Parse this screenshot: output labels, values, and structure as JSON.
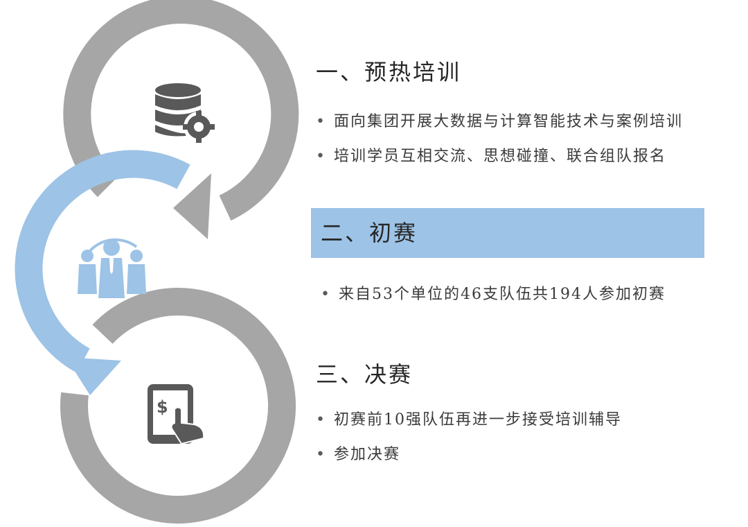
{
  "stages": [
    {
      "title": "一、预热培训",
      "bullets": [
        "面向集团开展大数据与计算智能技术与案例培训",
        "培训学员互相交流、思想碰撞、联合组队报名"
      ],
      "icon": "database-gear-icon"
    },
    {
      "title": "二、初赛",
      "bullets": [
        "来自53个单位的46支队伍共194人参加初赛"
      ],
      "icon": "team-people-icon"
    },
    {
      "title": "三、决赛",
      "bullets": [
        "初赛前10强队伍再进一步接受培训辅导",
        "参加决赛"
      ],
      "icon": "tablet-dollar-touch-icon"
    }
  ],
  "colors": {
    "arc_gray": "#a6a6a6",
    "arc_blue": "#9dc3e6",
    "icon_dark": "#595959",
    "icon_blue": "#9dc3e6",
    "highlight": "#9dc3e6"
  }
}
